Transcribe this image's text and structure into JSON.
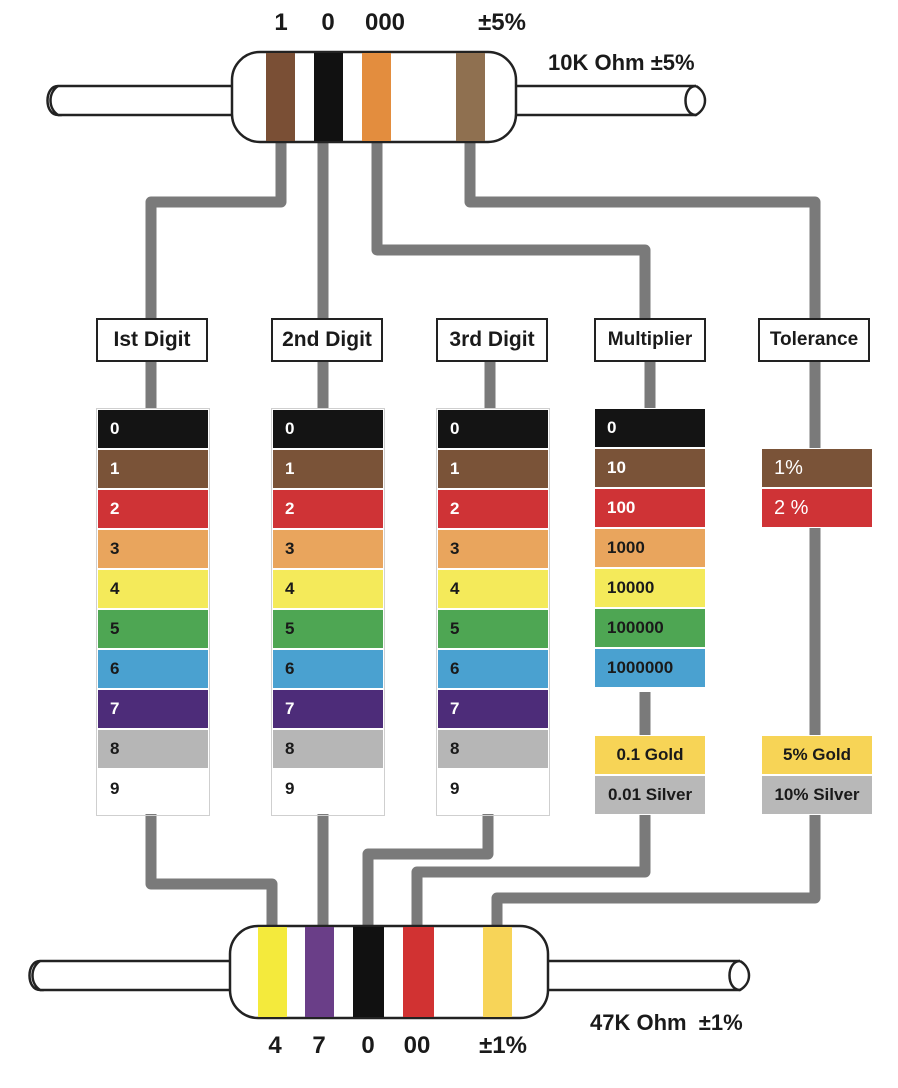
{
  "top_resistor": {
    "band_labels": [
      "1",
      "0",
      "000",
      "±5%"
    ],
    "value_label": "10K Ohm ±5%",
    "band_colors": [
      "#7a4f35",
      "#111111",
      "#e38d3e",
      "#8f7050"
    ]
  },
  "bottom_resistor": {
    "band_labels": [
      "4",
      "7",
      "0",
      "00",
      "±1%"
    ],
    "value_label": "47K Ohm  ±1%",
    "band_colors": [
      "#f4ea3c",
      "#6a3e88",
      "#111111",
      "#d13232",
      "#f7d458"
    ]
  },
  "headers": {
    "first_digit": "Ist Digit",
    "second_digit": "2nd Digit",
    "third_digit": "3rd Digit",
    "multiplier": "Multiplier",
    "tolerance": "Tolerance"
  },
  "digit_rows": [
    {
      "label": "0",
      "color": "#141414",
      "text_color": "#ffffff"
    },
    {
      "label": "1",
      "color": "#7a5338",
      "text_color": "#ffffff"
    },
    {
      "label": "2",
      "color": "#cf3336",
      "text_color": "#ffffff"
    },
    {
      "label": "3",
      "color": "#e9a55d",
      "text_color": "#1a1a1a"
    },
    {
      "label": "4",
      "color": "#f4ea5a",
      "text_color": "#1a1a1a"
    },
    {
      "label": "5",
      "color": "#4ea653",
      "text_color": "#1a1a1a"
    },
    {
      "label": "6",
      "color": "#4aa1d0",
      "text_color": "#1a1a1a"
    },
    {
      "label": "7",
      "color": "#4d2c79",
      "text_color": "#ffffff"
    },
    {
      "label": "8",
      "color": "#b6b6b6",
      "text_color": "#1a1a1a"
    },
    {
      "label": "9",
      "color": "#ffffff",
      "text_color": "#1a1a1a"
    }
  ],
  "multiplier_rows": [
    {
      "label": "0",
      "color": "#141414",
      "text_color": "#ffffff"
    },
    {
      "label": "10",
      "color": "#7a5338",
      "text_color": "#ffffff"
    },
    {
      "label": "100",
      "color": "#cf3336",
      "text_color": "#ffffff"
    },
    {
      "label": "1000",
      "color": "#e9a55d",
      "text_color": "#1a1a1a"
    },
    {
      "label": "10000",
      "color": "#f4ea5a",
      "text_color": "#1a1a1a"
    },
    {
      "label": "100000",
      "color": "#4ea653",
      "text_color": "#1a1a1a"
    },
    {
      "label": "1000000",
      "color": "#4aa1d0",
      "text_color": "#1a1a1a"
    }
  ],
  "multiplier_extra": [
    {
      "label": "0.1 Gold",
      "color": "#f7d456"
    },
    {
      "label": "0.01 Silver",
      "color": "#b8b8b8"
    }
  ],
  "tolerance_rows": [
    {
      "label": "1%",
      "color": "#7a5338"
    },
    {
      "label": "2 %",
      "color": "#cf3336"
    }
  ],
  "tolerance_extra": [
    {
      "label": "5% Gold",
      "color": "#f7d456"
    },
    {
      "label": "10% Silver",
      "color": "#b8b8b8"
    }
  ],
  "colors": {
    "wire": "#7a7a7a",
    "lead": "#222222",
    "body_outline": "#222222"
  }
}
